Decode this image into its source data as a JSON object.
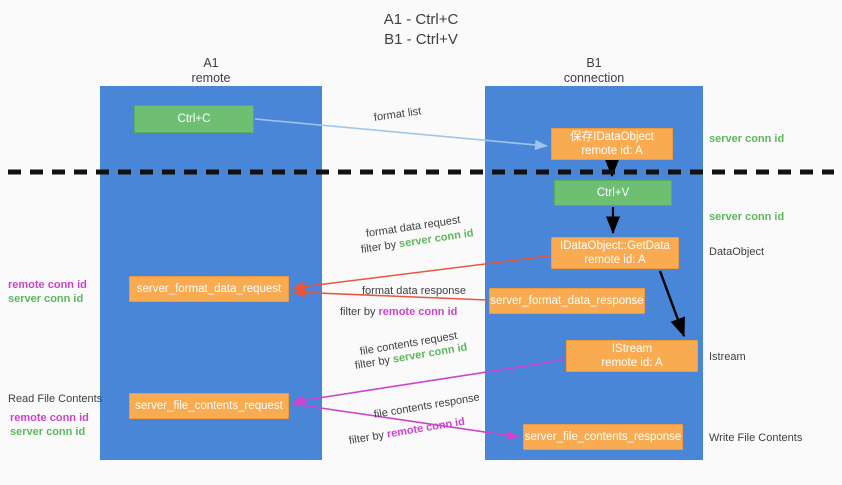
{
  "title": {
    "line1": "A1 - Ctrl+C",
    "line2": "B1 - Ctrl+V"
  },
  "columns": [
    {
      "name": "A1",
      "subtitle": "remote",
      "color": "#4a86d8"
    },
    {
      "name": "B1",
      "subtitle": "connection",
      "color": "#4a86d8"
    }
  ],
  "nodes": {
    "ctrl_c": {
      "line1": "Ctrl+C",
      "line2": "",
      "color": "#6fbf73"
    },
    "save_ido": {
      "line1": "保存IDataObject",
      "line2": "remote id: A",
      "color": "#f9ab51"
    },
    "ctrl_v": {
      "line1": "Ctrl+V",
      "line2": "",
      "color": "#6fbf73"
    },
    "getdata": {
      "line1": "IDataObject::GetData",
      "line2": "remote id: A",
      "color": "#f9ab51"
    },
    "server_format_data_request": {
      "line1": "server_format_data_request",
      "line2": "",
      "color": "#f9ab51"
    },
    "server_format_data_response": {
      "line1": "server_format_data_response",
      "line2": "",
      "color": "#f9ab51"
    },
    "istream": {
      "line1": "IStream",
      "line2": "remote id: A",
      "color": "#f9ab51"
    },
    "server_file_contents_request": {
      "line1": "server_file_contents_request",
      "line2": "",
      "color": "#f9ab51"
    },
    "server_file_contents_response": {
      "line1": "server_file_contents_response",
      "line2": "",
      "color": "#f9ab51"
    }
  },
  "edge_labels": {
    "format_list": "format list",
    "format_data_request": "format data request",
    "format_data_request_filter_prefix": "filter by ",
    "format_data_request_filter_value": "server conn id",
    "format_data_response": "format data response",
    "format_data_response_filter_prefix": "filter by ",
    "format_data_response_filter_value": "remote conn id",
    "file_contents_request": "file contents request",
    "file_contents_request_filter_prefix": "filter by ",
    "file_contents_request_filter_value": "server conn id",
    "file_contents_response": "file contents response",
    "file_contents_response_filter_prefix": "filter by ",
    "file_contents_response_filter_value": "remote conn id"
  },
  "side_labels": {
    "right_server_conn_id_top": "server conn id",
    "right_server_conn_id_mid": "server conn id",
    "right_dataobject": "DataObject",
    "right_istream": "Istream",
    "right_write_file_contents": "Write File Contents",
    "left_remote_conn_id_1": "remote conn id",
    "left_server_conn_id_1": "server conn id",
    "left_read_file_contents": "Read File Contents",
    "left_remote_conn_id_2": "remote conn id",
    "left_server_conn_id_2": "server conn id"
  },
  "colors": {
    "column_blue": "#4a86d8",
    "node_green": "#6fbf73",
    "node_orange": "#f9ab51",
    "accent_green_text": "#5cb85c",
    "accent_magenta_text": "#cc44cc",
    "arrow_light_blue": "#9fc5e8",
    "arrow_red": "#e8563f",
    "arrow_magenta": "#cc44cc",
    "arrow_black": "#000000",
    "divider_black": "#111111",
    "background": "#fafafa"
  }
}
